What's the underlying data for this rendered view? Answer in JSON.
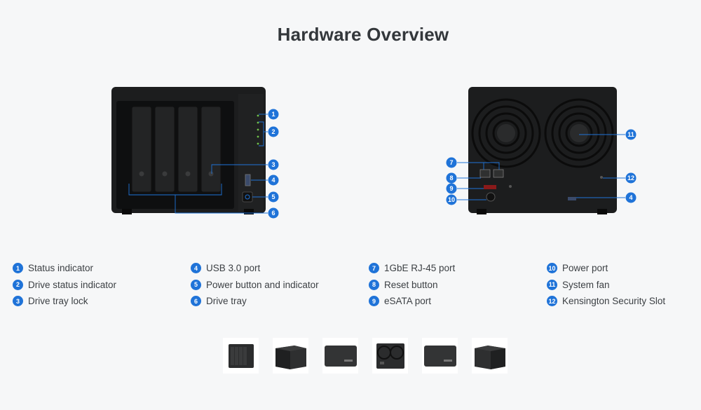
{
  "page": {
    "title": "Hardware Overview"
  },
  "front_callouts": [
    "1",
    "2",
    "3",
    "4",
    "5",
    "6"
  ],
  "rear_callouts": [
    "7",
    "8",
    "9",
    "10",
    "11",
    "12",
    "4"
  ],
  "legend": [
    [
      {
        "num": "1",
        "label": "Status indicator"
      },
      {
        "num": "2",
        "label": "Drive status indicator"
      },
      {
        "num": "3",
        "label": "Drive tray lock"
      }
    ],
    [
      {
        "num": "4",
        "label": "USB 3.0 port"
      },
      {
        "num": "5",
        "label": "Power button and indicator"
      },
      {
        "num": "6",
        "label": "Drive tray"
      }
    ],
    [
      {
        "num": "7",
        "label": "1GbE RJ-45 port"
      },
      {
        "num": "8",
        "label": "Reset button"
      },
      {
        "num": "9",
        "label": "eSATA port"
      }
    ],
    [
      {
        "num": "10",
        "label": "Power port"
      },
      {
        "num": "11",
        "label": "System fan"
      },
      {
        "num": "12",
        "label": "Kensington Security Slot"
      }
    ]
  ],
  "thumbnails": [
    "front-view",
    "angled-view",
    "top-view",
    "rear-view",
    "side-view",
    "angled-rear-view"
  ],
  "colors": {
    "accent": "#1f73d8",
    "device": "#1c1d1e"
  }
}
